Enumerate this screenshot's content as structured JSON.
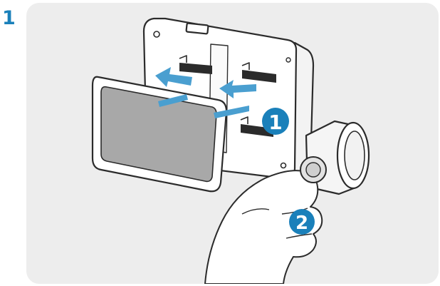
{
  "step": {
    "number": "1"
  },
  "callouts": [
    {
      "label": "1"
    },
    {
      "label": "2"
    }
  ],
  "colors": {
    "accent": "#1a80ba",
    "arrow": "#4a9fd0",
    "panel": "#ededed",
    "line": "#2b2b2b"
  },
  "icons": [
    "dashcam-device",
    "mount-plate",
    "push-arrow",
    "hand"
  ]
}
